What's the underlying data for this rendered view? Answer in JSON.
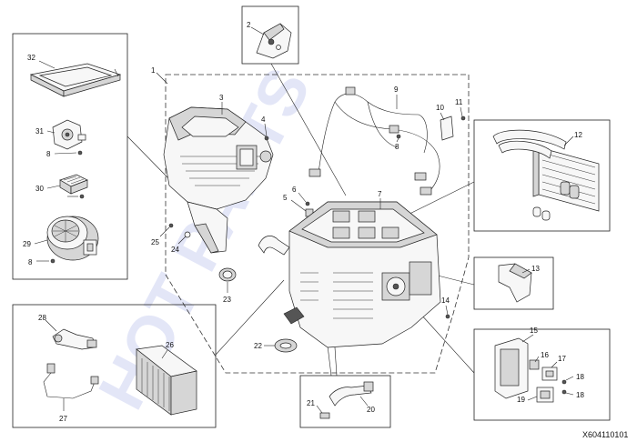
{
  "watermark": "HOT PARTS",
  "reference_code": "X604110101",
  "callouts": {
    "n1": "1",
    "n2": "2",
    "n3": "3",
    "n4": "4",
    "n5": "5",
    "n6": "6",
    "n7": "7",
    "n8a": "8",
    "n8b": "8",
    "n8c": "8",
    "n9": "9",
    "n10": "10",
    "n11": "11",
    "n12": "12",
    "n13": "13",
    "n14": "14",
    "n15": "15",
    "n16": "16",
    "n17": "17",
    "n18a": "18",
    "n18b": "18",
    "n19": "19",
    "n20": "20",
    "n21": "21",
    "n22": "22",
    "n23": "23",
    "n24": "24",
    "n25": "25",
    "n26": "26",
    "n27": "27",
    "n28": "28",
    "n29": "29",
    "n30": "30",
    "n31": "31",
    "n32": "32"
  }
}
